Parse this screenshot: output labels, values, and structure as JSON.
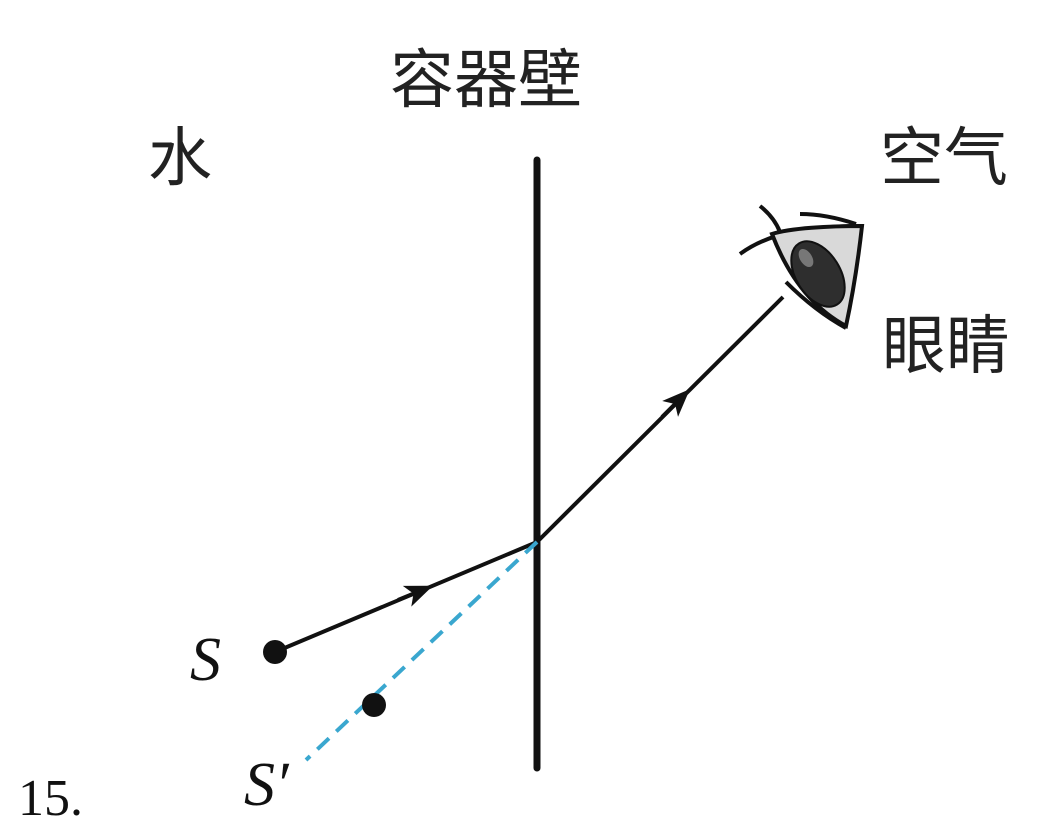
{
  "labels": {
    "wall": "容器壁",
    "water": "水",
    "air": "空气",
    "eye": "眼睛",
    "source": "S",
    "image": "S′",
    "question_number": "15."
  },
  "colors": {
    "ray": "#111111",
    "extension": "#3aa7cf",
    "wall": "#111111"
  },
  "icons": {
    "eye": "eye-icon"
  }
}
